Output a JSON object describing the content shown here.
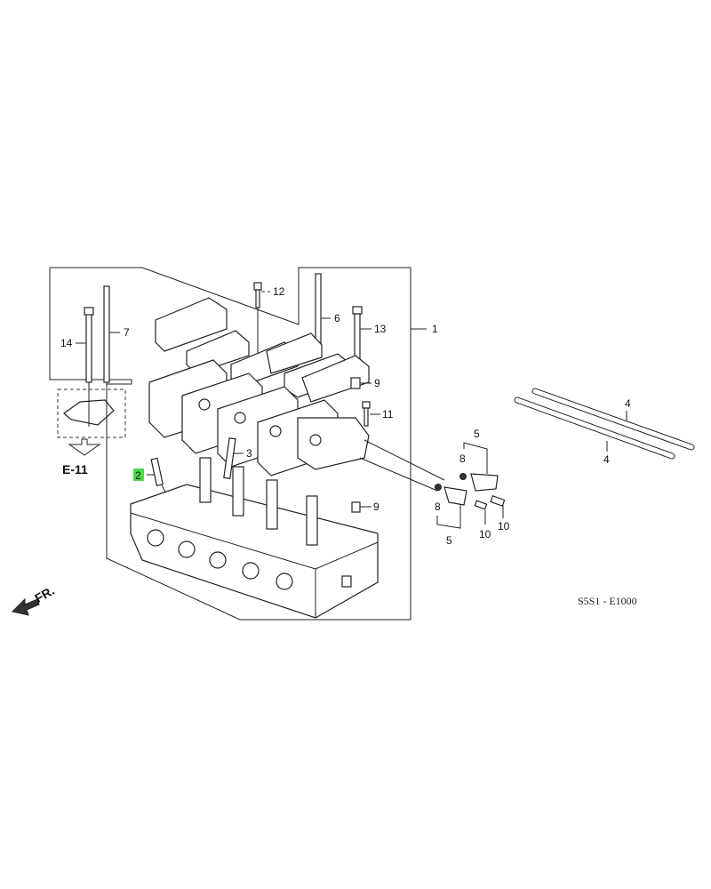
{
  "diagram_code": "S5S1 - E1000",
  "reference": "E-11",
  "front_marker": "FR.",
  "highlight_color": "#4cd94c",
  "callouts": {
    "c1": "1",
    "c2": "2",
    "c3": "3",
    "c4a": "4",
    "c4b": "4",
    "c5a": "5",
    "c5b": "5",
    "c6": "6",
    "c7": "7",
    "c8a": "8",
    "c8b": "8",
    "c9a": "9",
    "c9b": "9",
    "c10a": "10",
    "c10b": "10",
    "c11": "11",
    "c12": "12",
    "c13": "13",
    "c14": "14"
  },
  "highlighted_callout": "2"
}
